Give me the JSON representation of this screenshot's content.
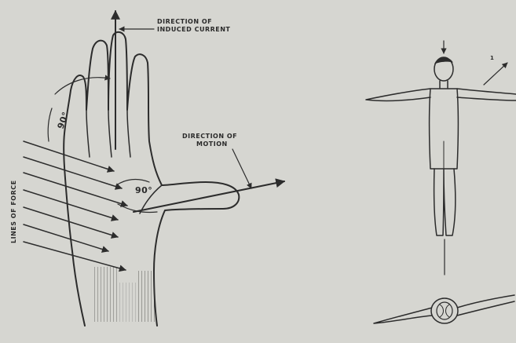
{
  "hand_diagram": {
    "label_current_line1": "DIRECTION OF",
    "label_current_line2": "INDUCED CURRENT",
    "label_motion_line1": "DIRECTION OF",
    "label_motion_line2": "MOTION",
    "label_force": "LINES OF FORCE",
    "angle_top": "90°",
    "angle_palm": "90°"
  },
  "figure_diagram": {
    "number_label": "1"
  },
  "colors": {
    "paper": "#d6d6d1",
    "ink": "#2c2c2c"
  }
}
